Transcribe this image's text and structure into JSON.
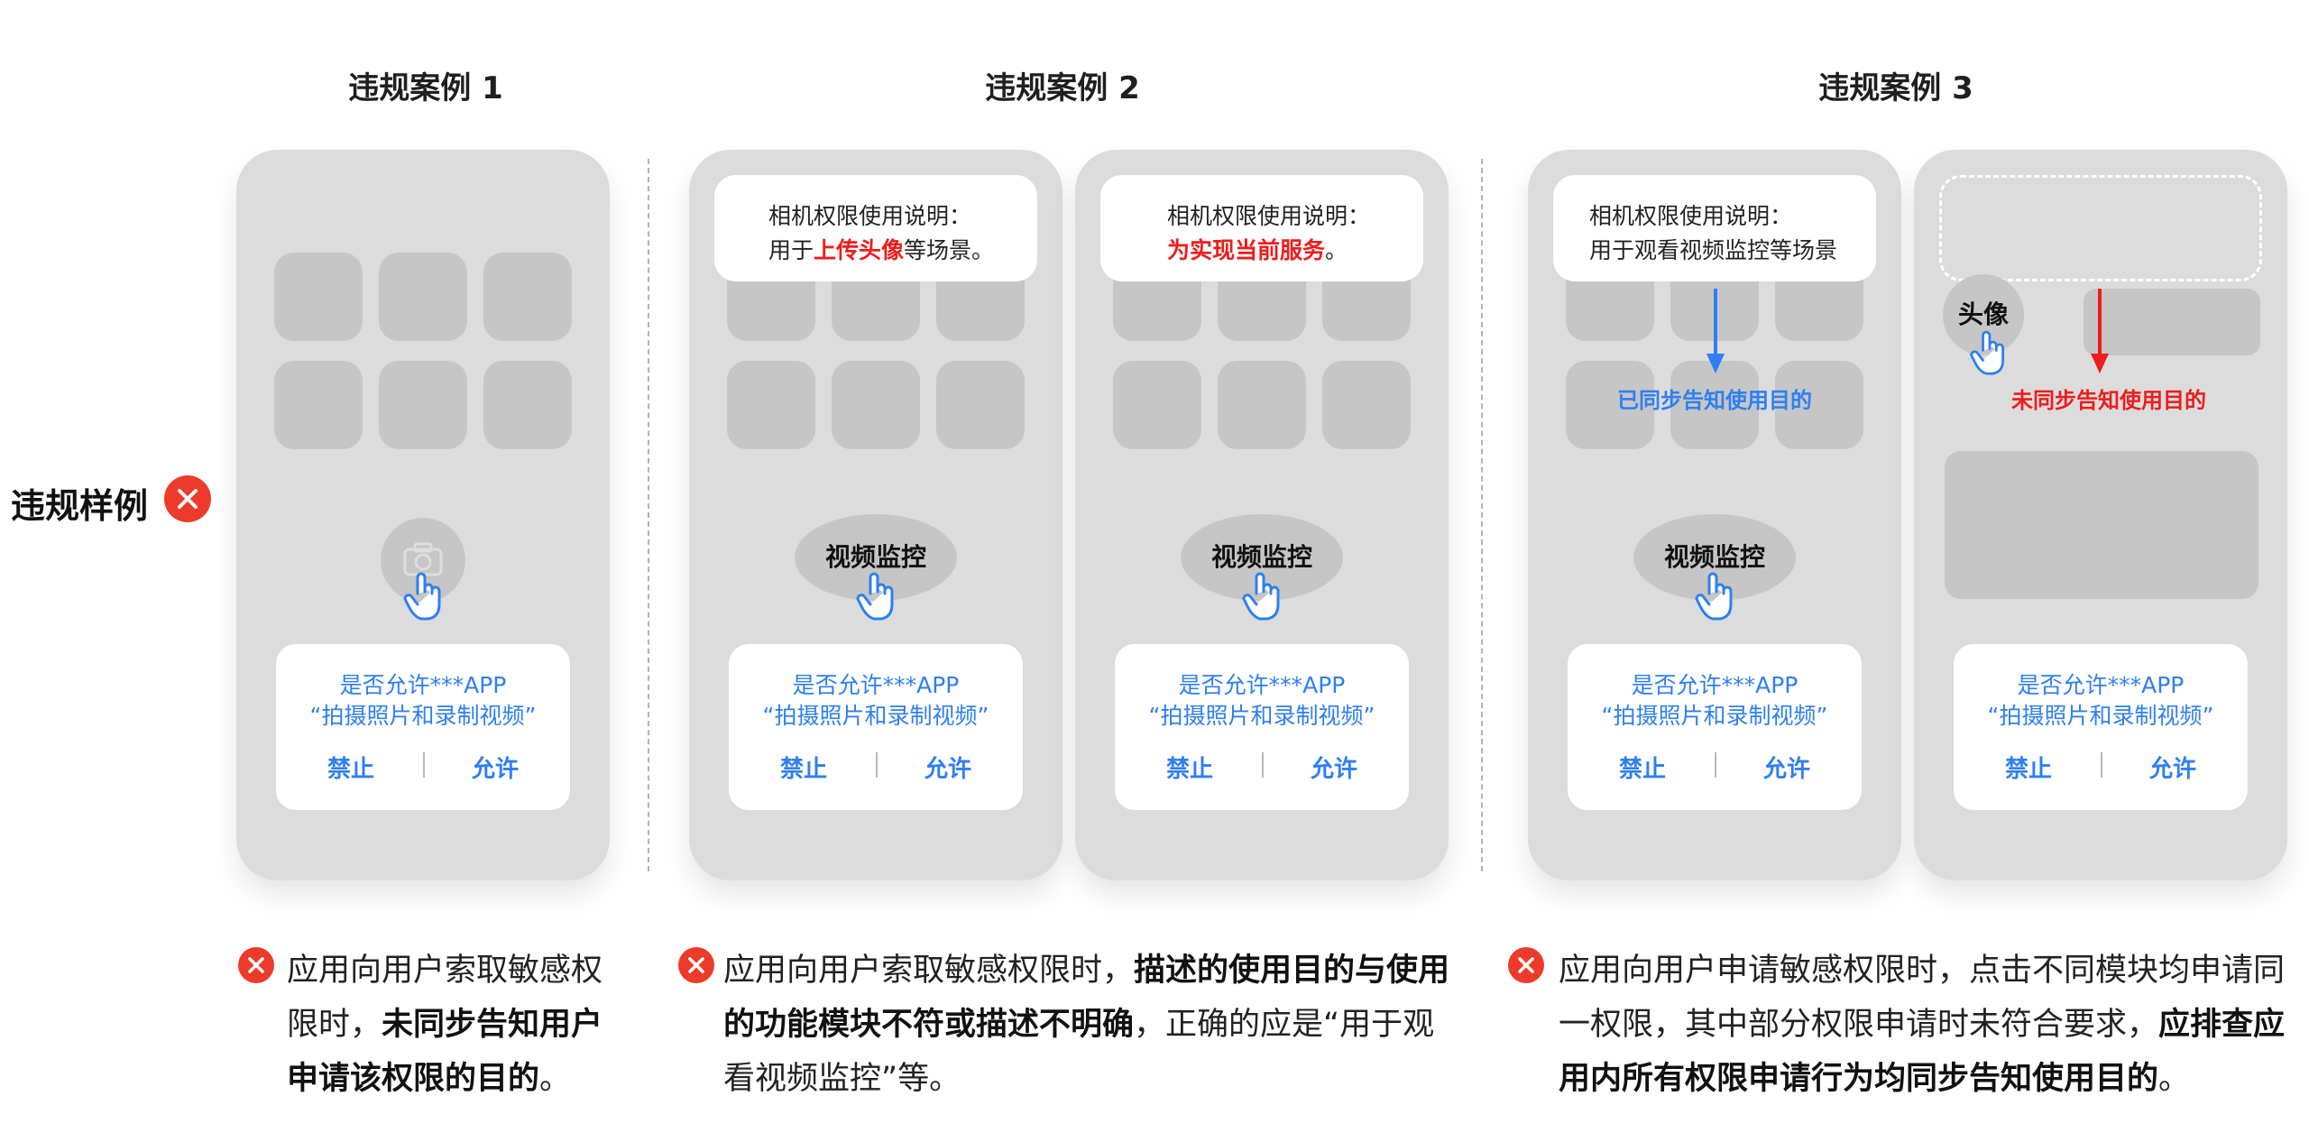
{
  "side_label": "违规样例",
  "cases": [
    {
      "title": "违规案例 1"
    },
    {
      "title": "违规案例 2"
    },
    {
      "title": "违规案例 3"
    }
  ],
  "dialog": {
    "line1": "是否允许***APP",
    "line2": "“拍摄照片和录制视频”",
    "deny": "禁止",
    "allow": "允许"
  },
  "oval_label": "视频监控",
  "bubbles": {
    "c2a": {
      "line1": "相机权限使用说明：",
      "line2_pre": "用于",
      "line2_red": "上传头像",
      "line2_post": "等场景。"
    },
    "c2b": {
      "line1": "相机权限使用说明：",
      "line2_red": "为实现当前服务",
      "line2_post": "。"
    },
    "c3a": {
      "line1": "相机权限使用说明：",
      "line2": "用于观看视频监控等场景"
    }
  },
  "c3_notes": {
    "synced": "已同步告知使用目的",
    "not_synced": "未同步告知使用目的",
    "avatar": "头像"
  },
  "descriptions": {
    "d1": {
      "p1": "应用向用户索取敏感权",
      "p2": "限时，",
      "b1": "未同步告知用户",
      "b2": "申请该权限的目的",
      "p3": "。"
    },
    "d2": {
      "p1": "应用向用户索取敏感权限时，",
      "b1": "描述的使用目的与使用",
      "b2": "的功能模块不符或描述不明确",
      "p2": "，正确的应是“用于观",
      "p3": "看视频监控”等。"
    },
    "d3": {
      "p1": "应用向用户申请敏感权限时，点击不同模块均申请同",
      "p2": "一权限，其中部分权限申请时未符合要求，",
      "b1": "应排查应",
      "b2": "用内所有权限申请行为均同步告知使用目的",
      "p3": "。"
    }
  },
  "colors": {
    "accent_blue": "#2e7ff2",
    "error_red": "#ec3b2a",
    "highlight_red": "#ee1c1c",
    "phone_bg": "#dcdcdc",
    "tile": "#c6c6c6"
  }
}
